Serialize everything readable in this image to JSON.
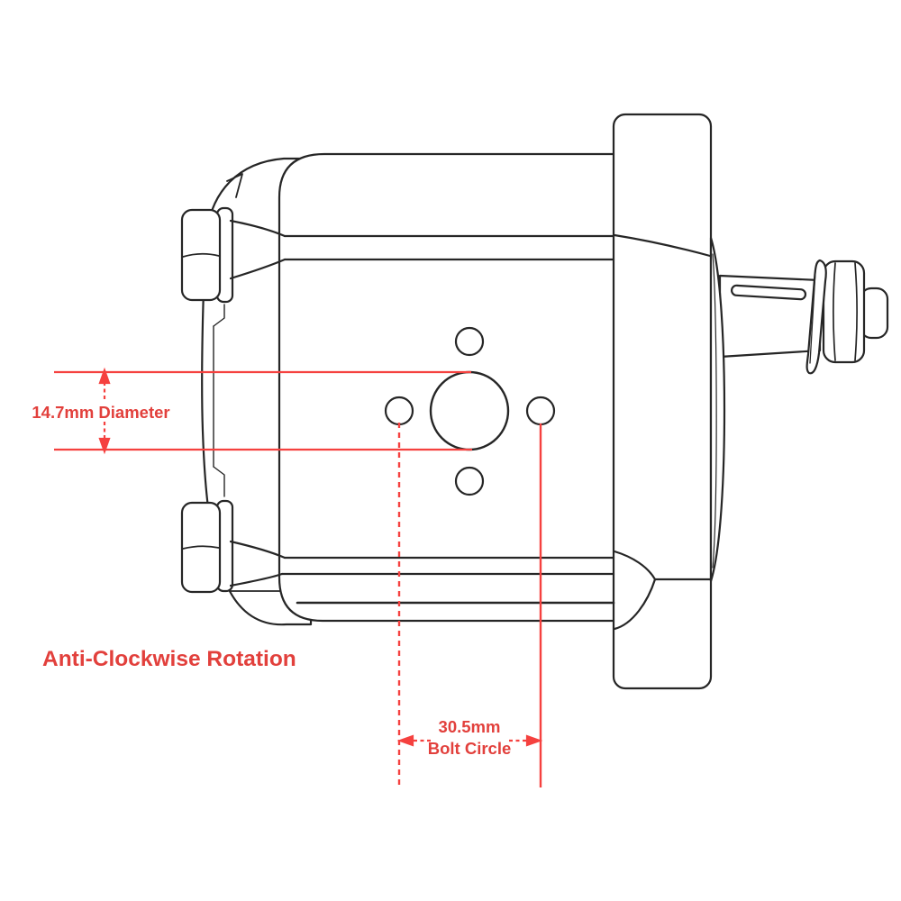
{
  "diagram": {
    "colors": {
      "background": "#ffffff",
      "line_black": "#262626",
      "red_line": "#f5413f",
      "red_text": "#e2403c"
    },
    "annotations": {
      "shaft_diameter_label": "14.7mm Diameter",
      "rotation_label": "Anti-Clockwise Rotation",
      "bolt_circle_value": "30.5mm",
      "bolt_circle_caption": "Bolt Circle"
    }
  }
}
